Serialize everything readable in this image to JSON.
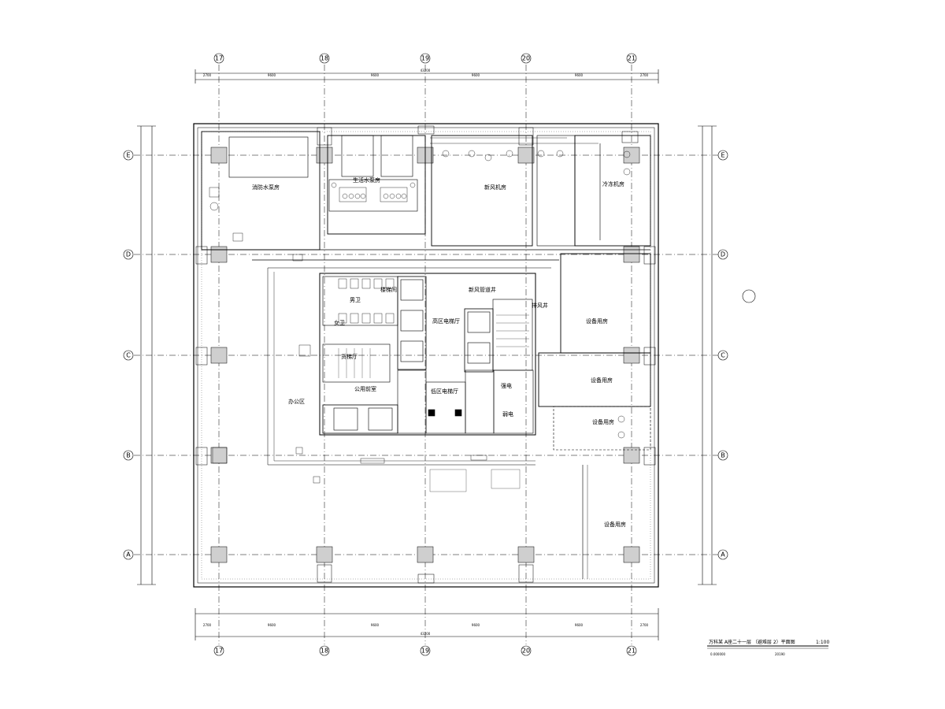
{
  "grid": {
    "columns": [
      "17",
      "18",
      "19",
      "20",
      "21"
    ],
    "rows": [
      "E",
      "D",
      "C",
      "B",
      "A"
    ]
  },
  "rooms": {
    "fire_pump_room": "消防水泵房",
    "water_tank_room": "生活水泵房",
    "fresh_air_room": "新风机房",
    "ac_room": "冷冻机房",
    "elevator_hall": "高区电梯厅",
    "fresh_air_pipe": "新风管道井",
    "equipment_room_1": "设备用房",
    "equipment_room_2": "设备用房",
    "equipment_room_3": "设备用房",
    "equipment_room_4": "设备用房",
    "freight_hall": "货梯厅",
    "male_wc": "男卫",
    "female_wc": "女卫",
    "public_wc": "公用前室",
    "elec_room": "强电",
    "weak_elec": "弱电",
    "stair": "楼梯间",
    "office": "办公区",
    "exhaust_shaft": "排风井",
    "low_elev_hall": "低区电梯厅"
  },
  "title_block": {
    "title": "万科某    A座二十一层    （避难层  2）平面图",
    "scale": "1:100",
    "note": "0.000000",
    "ref": "20190"
  }
}
